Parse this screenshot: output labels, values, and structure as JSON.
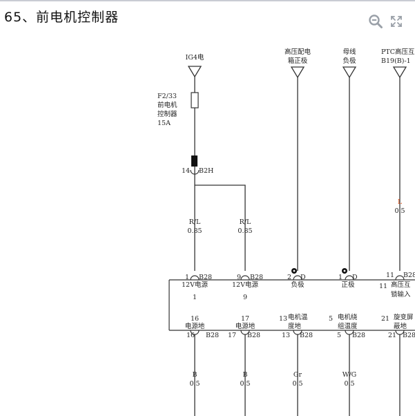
{
  "title": "65、前电机控制器",
  "toolbar": {
    "zoom_icon": "zoom-out-icon",
    "fullscreen_icon": "fullscreen-icon"
  },
  "colors": {
    "wire": "#333333",
    "wire_color_L": "#d9541e",
    "accent": "#9aa0a8"
  },
  "sources": {
    "ig4": "IG4电",
    "hv_dist_1": "高压配电",
    "hv_dist_2": "箱正极",
    "busbar_1": "母线",
    "busbar_2": "负极",
    "ptc_1": "PTC高压互",
    "ptc_2": "B19(B)-1"
  },
  "fuse": {
    "line1": "F2/33",
    "line2": "前电机",
    "line3": "控制器",
    "line4": "15A"
  },
  "connector_b2h": {
    "pin": "14",
    "name": "B2H"
  },
  "wires": {
    "w1": {
      "color": "R/L",
      "size": "0.85"
    },
    "w2": {
      "color": "R/L",
      "size": "0.85"
    },
    "w3": {
      "color": "L",
      "size": "0.5"
    },
    "w4": {
      "color": "B",
      "size": "0.5"
    },
    "w5": {
      "color": "B",
      "size": "0.5"
    },
    "w6": {
      "color": "Gr",
      "size": "0.5"
    },
    "w7": {
      "color": "W/G",
      "size": "0.5"
    }
  },
  "top_pins": [
    {
      "pin": "1",
      "conn": "B28",
      "label": "12V电源",
      "num": "1"
    },
    {
      "pin": "9",
      "conn": "B28",
      "label": "12V电源",
      "num": "9"
    },
    {
      "pin": "2",
      "conn": "D",
      "label": "负极"
    },
    {
      "pin": "1",
      "conn": "D",
      "label": "正极"
    },
    {
      "pin": "11",
      "conn": "B28",
      "num": "11",
      "label1": "高压互",
      "label2": "锁输入"
    }
  ],
  "bottom_pins": [
    {
      "num": "16",
      "label": "电源地",
      "pin": "16",
      "conn": "B28"
    },
    {
      "num": "17",
      "label": "电源地",
      "pin": "17",
      "conn": "B28"
    },
    {
      "num": "13",
      "label1": "电机温",
      "label2": "度地",
      "pin": "13",
      "conn": "B28"
    },
    {
      "num": "5",
      "label1": "电机绕",
      "label2": "组温度",
      "pin": "5",
      "conn": "B28"
    },
    {
      "num": "21",
      "label1": "旋变屏",
      "label2": "蔽地",
      "pin": "21",
      "conn": "B28"
    }
  ]
}
